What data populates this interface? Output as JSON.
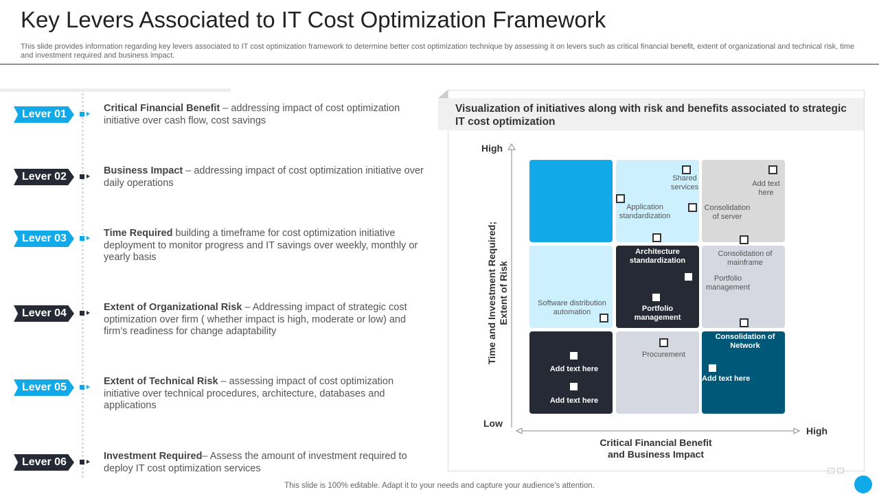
{
  "title": "Key Levers Associated to IT Cost Optimization Framework",
  "subtitle": "This slide provides information regarding key levers associated to IT cost optimization framework to determine better cost optimization technique by assessing it on levers such as critical financial benefit, extent of organizational and technical risk, time and investment required and business impact.",
  "colors": {
    "cyan": "#12a9e8",
    "dark": "#252a34",
    "light_cyan": "#ccf0fd",
    "gray": "#d9d9d9",
    "light_gray": "#d5d8e0",
    "teal": "#005879"
  },
  "levers": [
    {
      "label": "Lever 01",
      "bold": "Critical Financial Benefit",
      "text": " – addressing impact of cost optimization initiative over cash flow, cost savings"
    },
    {
      "label": "Lever 02",
      "bold": "Business Impact",
      "text": " – addressing impact of cost optimization initiative over daily operations"
    },
    {
      "label": "Lever 03",
      "bold": "Time Required",
      "text": " building a timeframe for cost optimization initiative deployment to monitor progress and IT savings over weekly, monthly or yearly basis"
    },
    {
      "label": "Lever 04",
      "bold": "Extent of Organizational Risk",
      "text": " – Addressing impact of strategic cost optimization over firm ( whether impact is high, moderate or low) and firm’s readiness for change adaptability"
    },
    {
      "label": "Lever 05",
      "bold": "Extent of Technical Risk",
      "text": " – assessing impact of cost optimization initiative over technical procedures, architecture, databases and applications"
    },
    {
      "label": "Lever 06",
      "bold": "Investment Required",
      "text": "– Assess the amount of investment required to deploy IT cost optimization services"
    }
  ],
  "panel": {
    "heading": "Visualization of initiatives along with risk and benefits associated to strategic IT cost optimization",
    "y_high": "High",
    "y_low": "Low",
    "x_high": "High",
    "y_label": "Time and Investment Required; Extent of Risk",
    "x_label": "Critical Financial Benefit and Business Impact",
    "items": [
      "Shared services",
      "Application standardization",
      "Add text here",
      "Consolidation of server",
      "Architecture standardization",
      "Consolidation of mainframe",
      "Portfolio management",
      "Software distribution automation",
      "Portfolio management",
      "Add text here",
      "Add text here",
      "Procurement",
      "Consolidation of Network",
      "Add text here"
    ]
  },
  "footer": "This slide is 100% editable. Adapt it to your needs and capture your audience’s attention."
}
